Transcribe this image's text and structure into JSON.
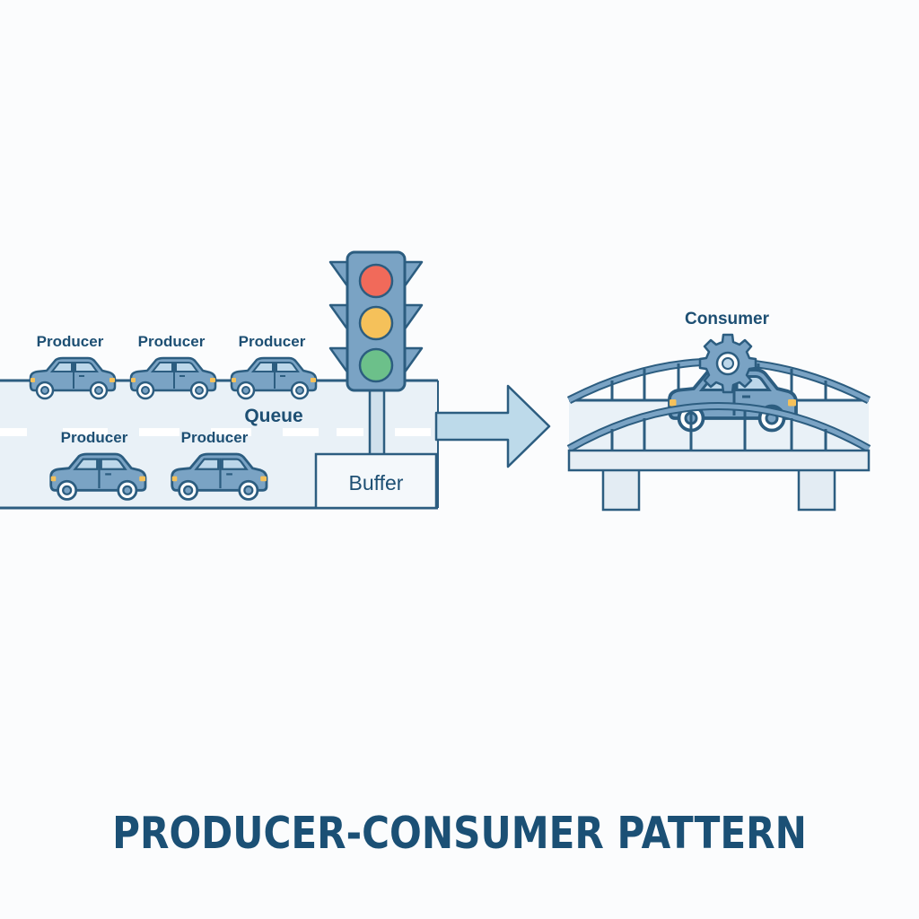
{
  "diagram": {
    "title": "PRODUCER-CONSUMER PATTERN",
    "producers": [
      {
        "label": "Producer"
      },
      {
        "label": "Producer"
      },
      {
        "label": "Producer"
      },
      {
        "label": "Producer"
      },
      {
        "label": "Producer"
      }
    ],
    "queue_label": "Queue",
    "buffer_label": "Buffer",
    "consumer_label": "Consumer",
    "colors": {
      "outline": "#2c5d80",
      "car_body": "#7aa3c4",
      "car_window": "#bcd7ea",
      "road": "#e9f1f7",
      "arrow": "#bddaea",
      "light_red": "#f16a5a",
      "light_yellow": "#f5c15a",
      "light_green": "#6cc08a",
      "title": "#1b5075"
    }
  }
}
